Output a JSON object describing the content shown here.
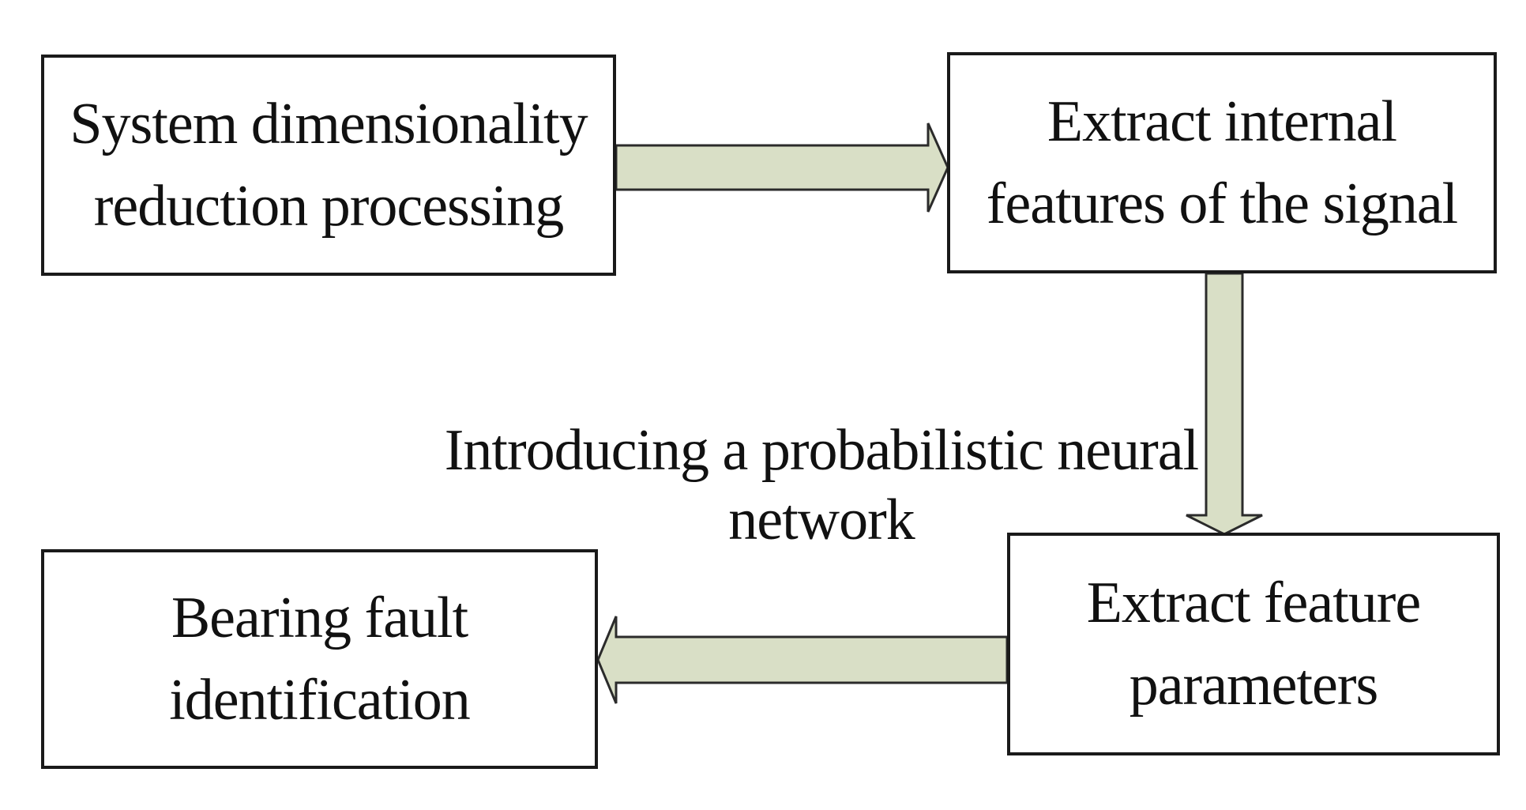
{
  "colors": {
    "arrow_fill": "#d9dfc6",
    "arrow_stroke": "#2b2b2b",
    "box_border": "#1a1a1a",
    "text": "#111111"
  },
  "nodes": [
    {
      "id": "system-dimensionality-reduction",
      "lines": [
        "System dimensionality",
        "reduction processing"
      ]
    },
    {
      "id": "extract-internal-features",
      "lines": [
        "Extract internal",
        "features of the signal"
      ]
    },
    {
      "id": "extract-feature-parameters",
      "lines": [
        "Extract feature",
        "parameters"
      ]
    },
    {
      "id": "bearing-fault-identification",
      "lines": [
        "Bearing fault",
        "identification"
      ]
    }
  ],
  "edges": [
    {
      "from": "system-dimensionality-reduction",
      "to": "extract-internal-features",
      "direction": "right"
    },
    {
      "from": "extract-internal-features",
      "to": "extract-feature-parameters",
      "direction": "down"
    },
    {
      "from": "extract-feature-parameters",
      "to": "bearing-fault-identification",
      "direction": "left",
      "label_lines": [
        "Introducing a probabilistic neural",
        "network"
      ]
    }
  ]
}
